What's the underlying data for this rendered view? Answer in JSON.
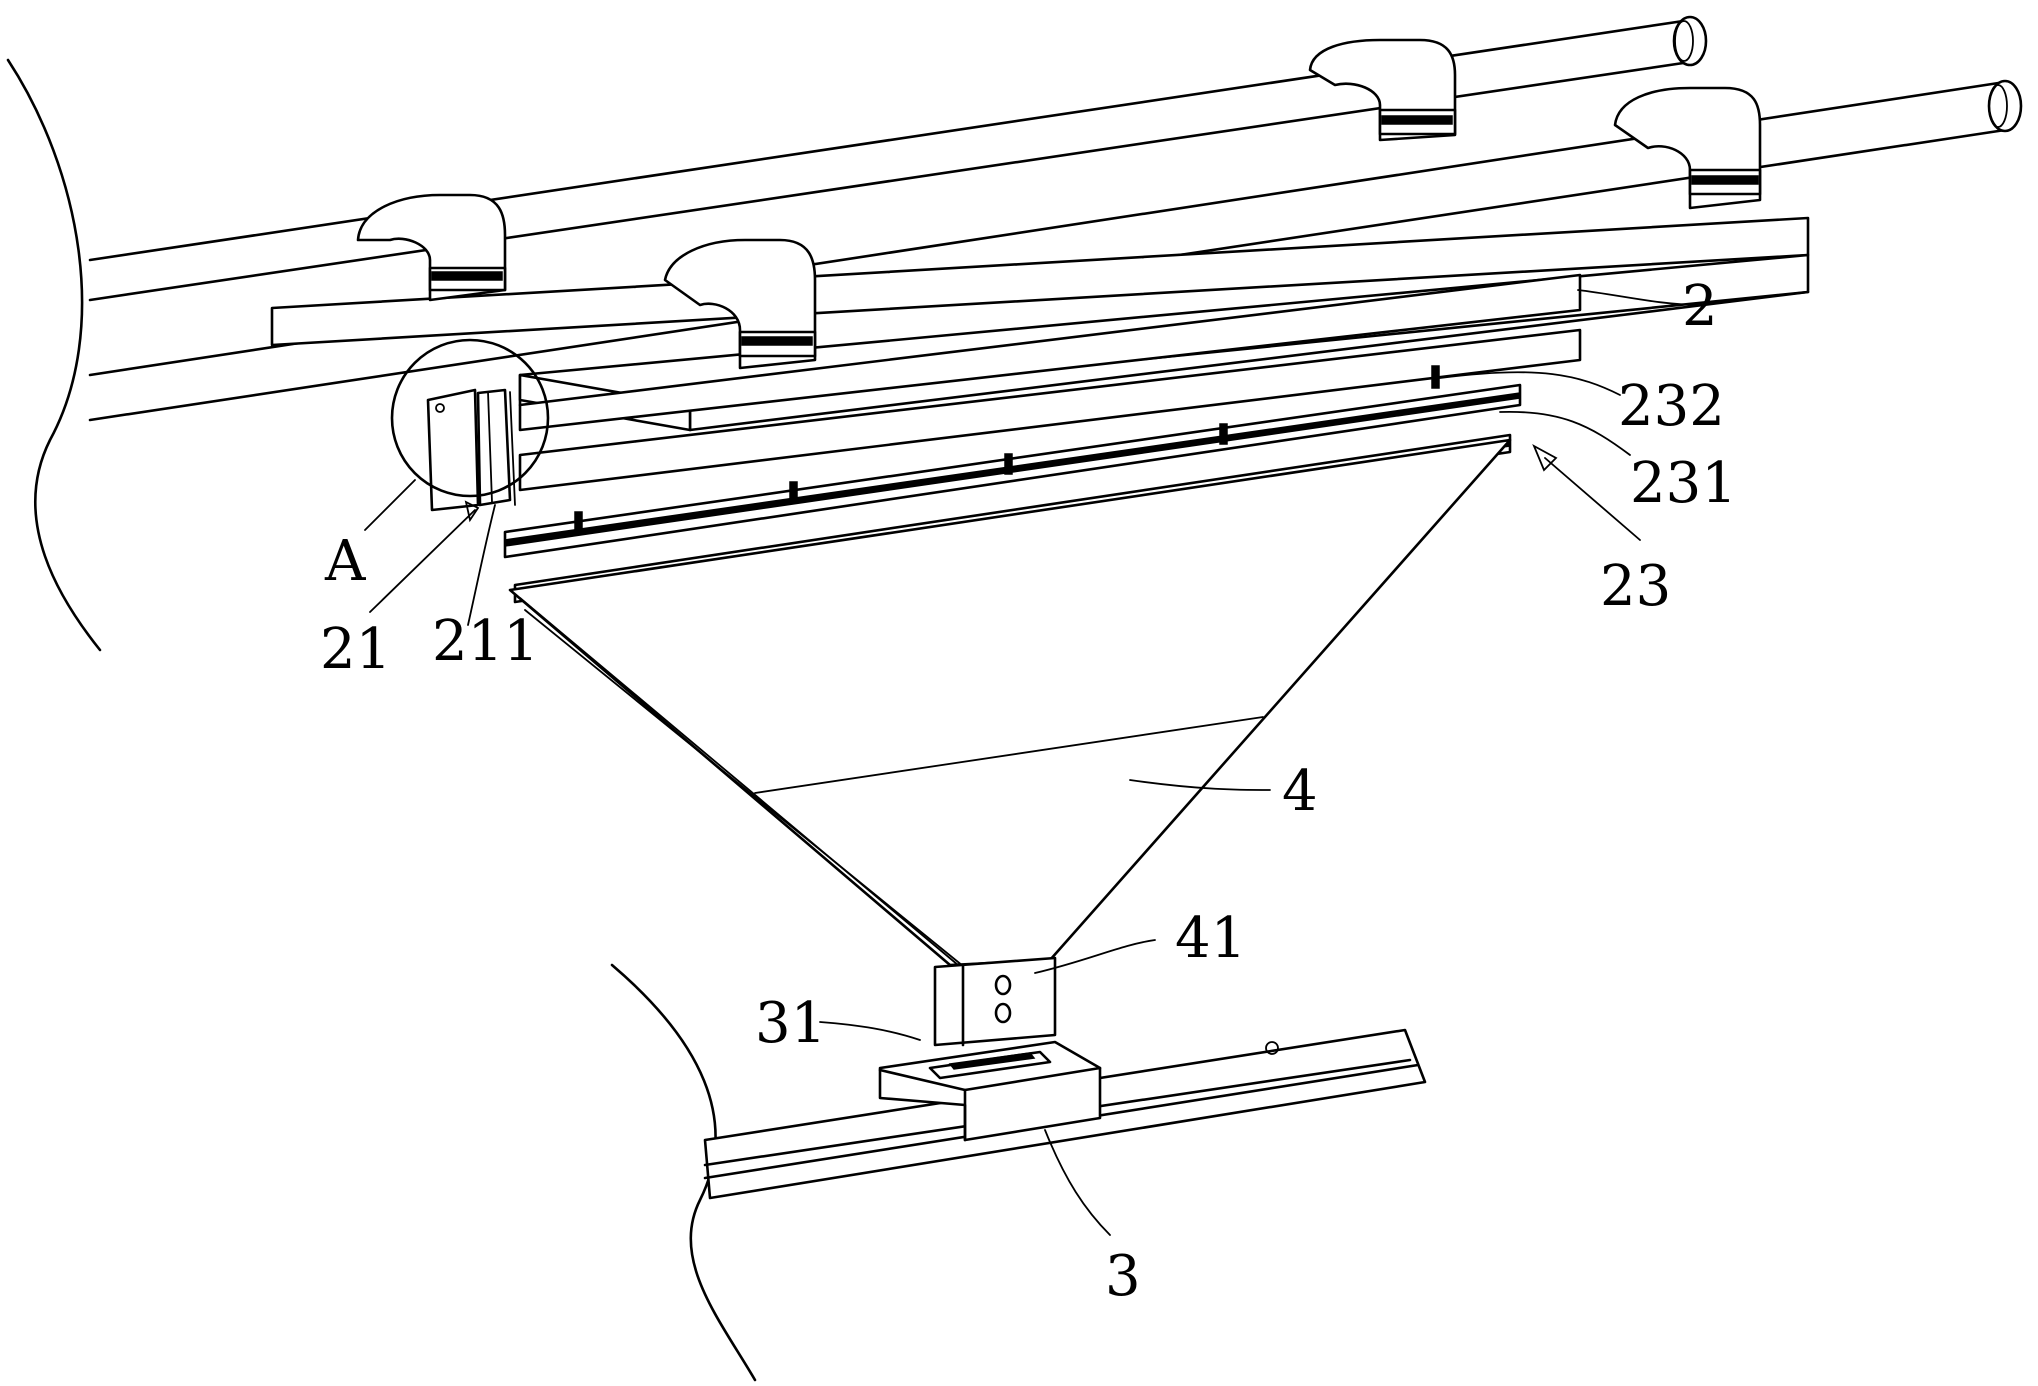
{
  "figure": {
    "labels": {
      "l2": "2",
      "l232": "232",
      "l231": "231",
      "l23": "23",
      "lA": "A",
      "l21": "21",
      "l211": "211",
      "l4": "4",
      "l41": "41",
      "l31": "31",
      "l3": "3"
    }
  }
}
